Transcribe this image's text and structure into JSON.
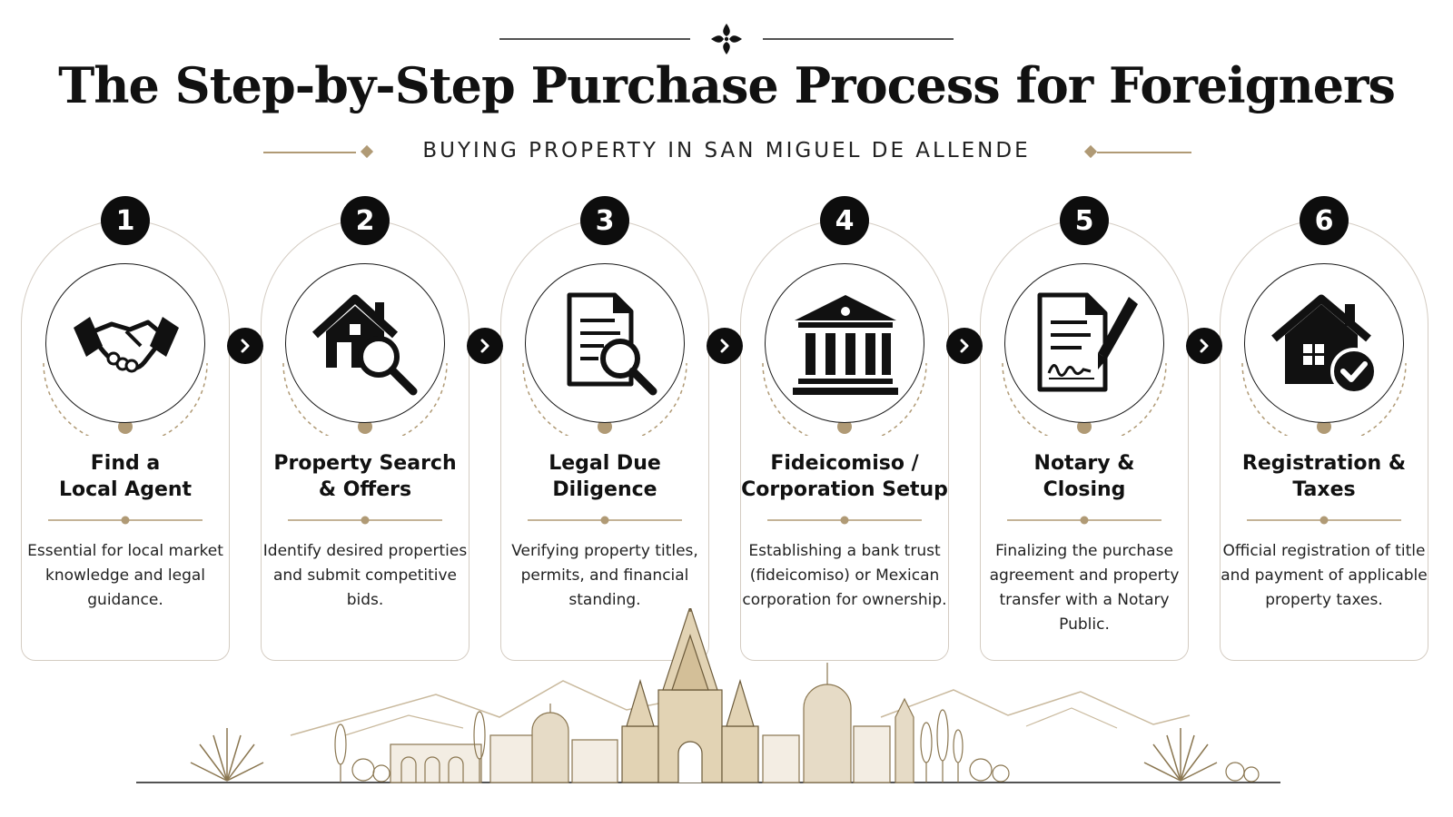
{
  "title": "The Step-by-Step Purchase Process for Foreigners",
  "subtitle": "BUYING PROPERTY IN SAN MIGUEL DE ALLENDE",
  "colors": {
    "accent": "#b09a75",
    "dark": "#0d0d0d",
    "border": "#d4ccc2",
    "text": "#111111"
  },
  "steps": [
    {
      "number": "1",
      "title": "Find a\nLocal Agent",
      "description": "Essential for local market knowledge and legal guidance.",
      "icon": "handshake-icon"
    },
    {
      "number": "2",
      "title": "Property Search\n& Offers",
      "description": "Identify desired properties and submit competitive bids.",
      "icon": "house-search-icon"
    },
    {
      "number": "3",
      "title": "Legal Due\nDiligence",
      "description": "Verifying property titles, permits, and financial standing.",
      "icon": "document-search-icon"
    },
    {
      "number": "4",
      "title": "Fideicomiso /\nCorporation Setup",
      "description": "Establishing a bank trust (fideicomiso) or Mexican corporation for ownership.",
      "icon": "bank-icon"
    },
    {
      "number": "5",
      "title": "Notary &\nClosing",
      "description": "Finalizing the purchase agreement and property transfer with a Notary Public.",
      "icon": "signed-document-icon"
    },
    {
      "number": "6",
      "title": "Registration &\nTaxes",
      "description": "Official registration of title and payment of applicable property taxes.",
      "icon": "house-check-icon"
    }
  ]
}
